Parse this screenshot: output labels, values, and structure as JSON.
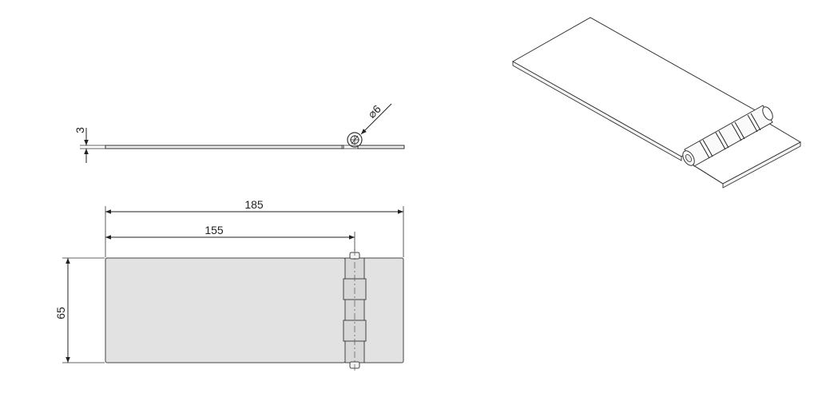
{
  "dimensions": {
    "thickness": "3",
    "pin_diameter": "⌀6",
    "overall_length": "185",
    "leaf_length": "155",
    "width": "65"
  },
  "colors": {
    "line": "#222222",
    "plate_fill": "#e2e2e2",
    "knuckle_fill": "#d8d8d8"
  }
}
